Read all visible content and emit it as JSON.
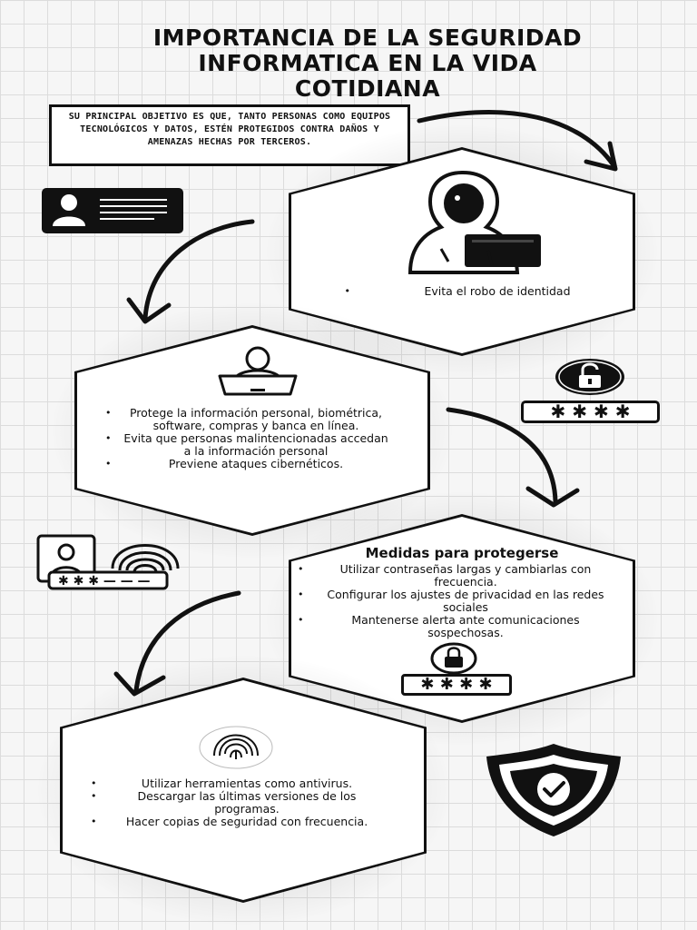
{
  "title": {
    "line1": "IMPORTANCIA DE LA SEGURIDAD",
    "line2": "INFORMATICA EN LA VIDA",
    "line3": "COTIDIANA"
  },
  "intro": "SU PRINCIPAL OBJETIVO ES QUE, TANTO PERSONAS COMO EQUIPOS TECNOLÓGICOS Y DATOS, ESTÉN PROTEGIDOS CONTRA DAÑOS Y AMENAZAS HECHAS POR TERCEROS.",
  "section1": {
    "items": [
      "Evita el robo de identidad"
    ]
  },
  "section2": {
    "items": [
      "Protege la información personal, biométrica, software, compras y banca en línea.",
      "Evita que personas malintencionadas accedan a la información personal",
      "Previene ataques cibernéticos."
    ]
  },
  "section3": {
    "heading": "Medidas para protegerse",
    "items": [
      "Utilizar contraseñas largas y cambiarlas con frecuencia.",
      "Configurar los ajustes de privacidad en las redes sociales",
      "Mantenerse alerta ante comunicaciones sospechosas."
    ]
  },
  "section4": {
    "items": [
      "Utilizar herramientas como antivirus.",
      "Descargar las últimas versiones de los programas.",
      "Hacer copias de seguridad con frecuencia."
    ]
  },
  "password_mask": "✱ ✱ ✱ ✱",
  "icons": [
    "id-card-icon",
    "hacker-icon",
    "computer-user-icon",
    "padlock-icon",
    "password-field-icon",
    "fingerprint-login-icon",
    "fingerprint-icon",
    "shield-check-icon",
    "curved-arrow-icon"
  ],
  "colors": {
    "ink": "#111111",
    "background": "#f6f6f6",
    "grid": "#dcdcdc"
  }
}
